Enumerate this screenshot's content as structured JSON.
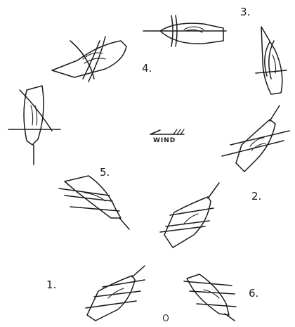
{
  "labels": {
    "n1": "1.",
    "n2": "2.",
    "n3": "3.",
    "n4": "4.",
    "n5": "5.",
    "n6": "6.",
    "wind": "WIND",
    "zero": "0"
  }
}
